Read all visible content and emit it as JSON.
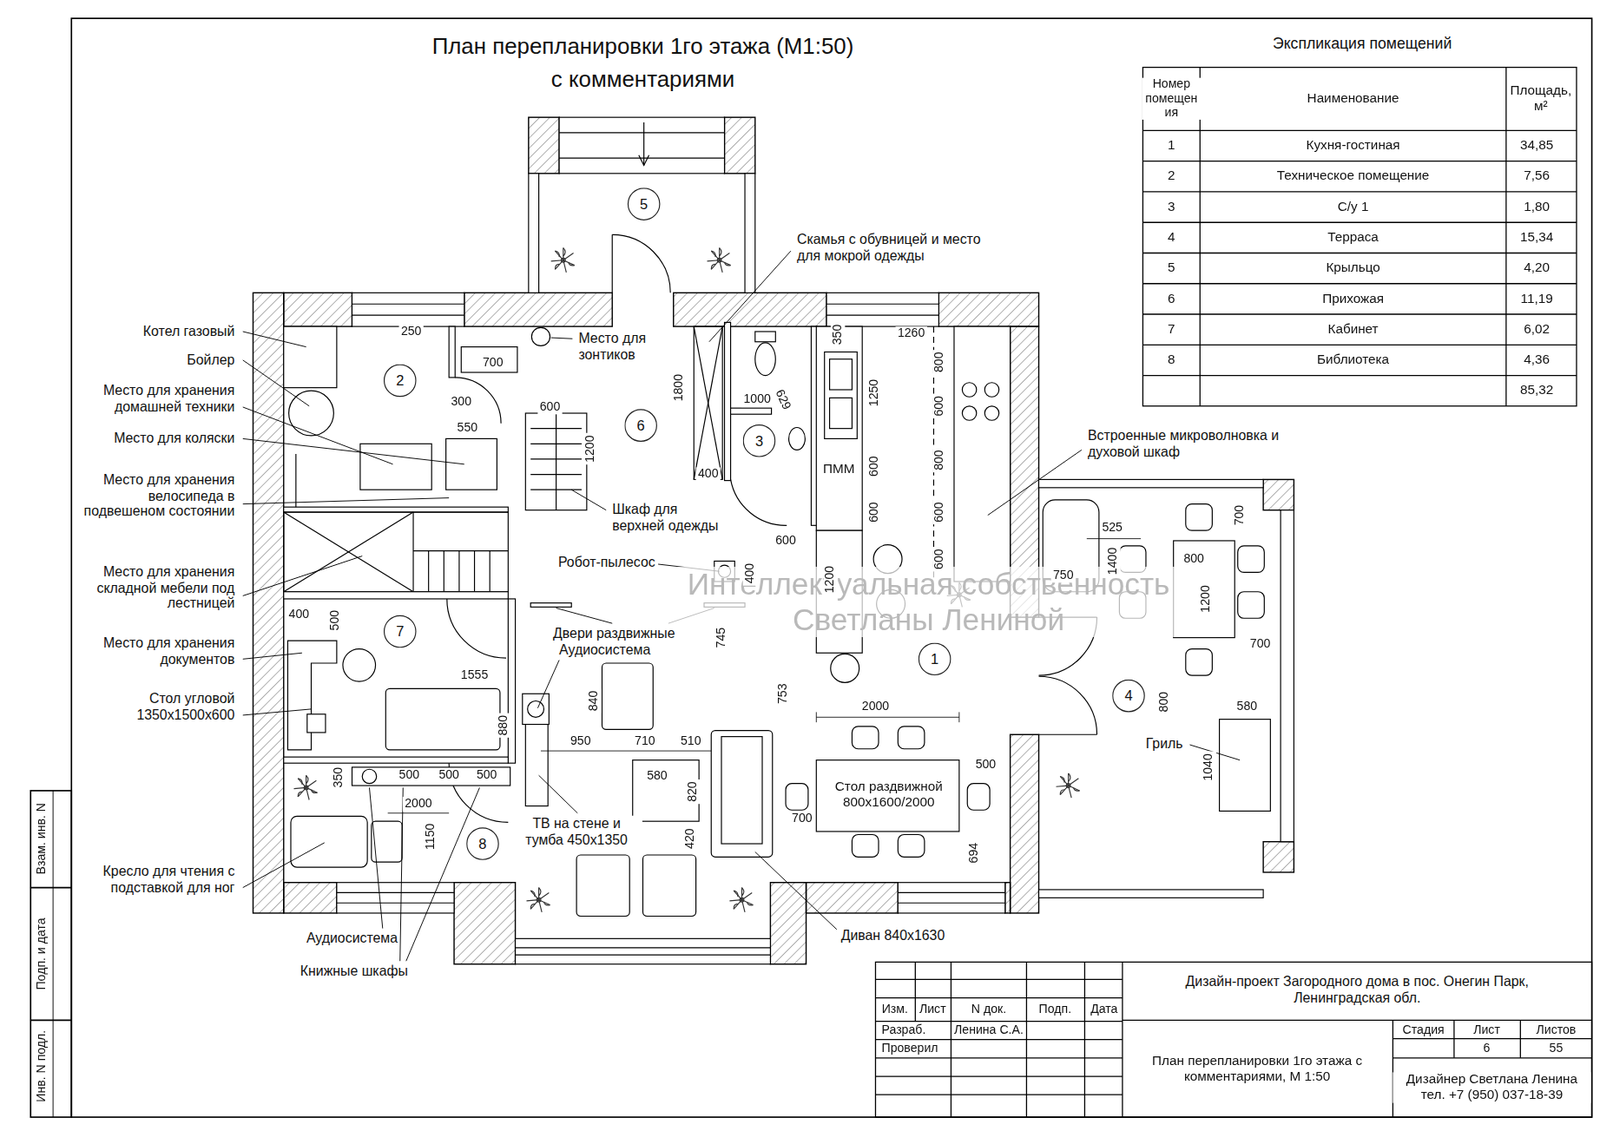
{
  "diagram": {
    "title": "План перепланировки 1го этажа (М1:50) с комментариями",
    "nodes": [
      {
        "text": [
          "5"
        ]
      },
      {
        "text": [
          "2"
        ]
      },
      {
        "text": [
          "6"
        ]
      },
      {
        "text": [
          "3"
        ]
      },
      {
        "text": [
          "7"
        ]
      },
      {
        "text": [
          "1"
        ]
      },
      {
        "text": [
          "4"
        ]
      },
      {
        "text": [
          "8"
        ]
      }
    ],
    "labels": [
      "Экспликация помещений",
      "Номер помещен ия",
      "Наименование",
      "Площадь, м²",
      "1",
      "Кухня-гостиная",
      "34,85",
      "2",
      "Техническое помещение",
      "7,56",
      "3",
      "С/у 1",
      "1,80",
      "4",
      "Терраса",
      "15,34",
      "5",
      "Крыльцо",
      "4,20",
      "6",
      "Прихожая",
      "11,19",
      "7",
      "Кабинет",
      "6,02",
      "8",
      "Библиотека",
      "4,36",
      "85,32",
      "Котел газовый",
      "Бойлер",
      "Место для хранения домашней техники",
      "Место для коляски",
      "Место для хранения велосипеда в подвешеном состоянии",
      "Место для хранения складной мебели под лестницей",
      "Место для хранения документов",
      "Стол угловой 1350x1500x600",
      "Кресло для чтения с подставкой для ног",
      "Аудиосистема",
      "Книжные шкафы",
      "250",
      "700",
      "Место для зонтиков",
      "300",
      "600",
      "550",
      "1200",
      "1800",
      "1000",
      "629",
      "350",
      "1260",
      "1250",
      "800",
      "600",
      "800",
      "600",
      "600",
      "600",
      "600",
      "1200",
      "ПММ",
      "400",
      "Шкаф для верхней одежды",
      "600",
      "Робот-пылесос",
      "400",
      "Двери раздвижные",
      "Аудиосистема",
      "745",
      "753",
      "840",
      "400",
      "500",
      "1555",
      "880",
      "950",
      "710",
      "510",
      "580",
      "820",
      "420",
      "ТВ на стене и тумба 450x1350",
      "350",
      "500",
      "500",
      "500",
      "2000",
      "1150",
      "Диван 840x1630",
      "2000",
      "Стол раздвижной 800x1600/2000",
      "500",
      "700",
      "694",
      "Скамья с обувницей и место для мокрой одежды",
      "Встроенные микроволновка и духовой шкаф",
      "525",
      "1400",
      "750",
      "800",
      "1200",
      "700",
      "700",
      "800",
      "580",
      "1040",
      "Гриль",
      "Интеллектуальная собственность Светланы Лениной",
      "Изм.",
      "Лист",
      "N док.",
      "Подп.",
      "Дата",
      "Разраб.",
      "Ленина С.А.",
      "Проверил",
      "Дизайн-проект Загородного дома в пос. Онегин Парк, Ленинградская обл.",
      "План перепланировки 1го этажа с комментариями, М 1:50",
      "Стадия",
      "Лист",
      "Листов",
      "6",
      "55",
      "Дизайнер Светлана Ленина тел. +7 (950) 037-18-39",
      "Взам. инв. N",
      "Подп. и дата",
      "Инв. N подл."
    ]
  }
}
